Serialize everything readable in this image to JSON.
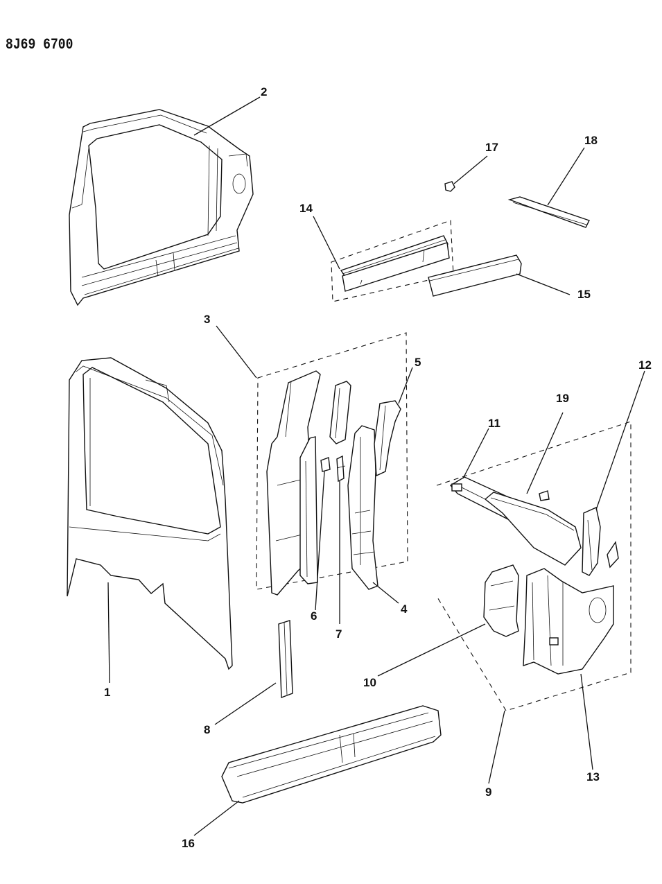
{
  "diagram_code": "8J69 6700",
  "callouts": [
    "1",
    "2",
    "3",
    "4",
    "5",
    "6",
    "7",
    "8",
    "9",
    "10",
    "11",
    "12",
    "13",
    "14",
    "15",
    "16",
    "17",
    "18",
    "19"
  ]
}
